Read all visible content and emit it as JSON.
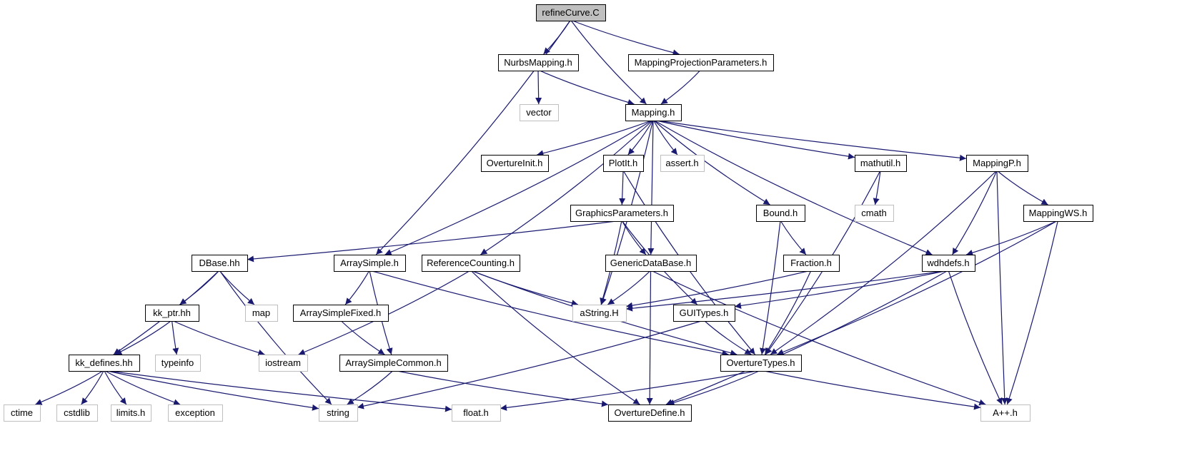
{
  "colors": {
    "edge": "#191970",
    "node_border": "#000000",
    "external_border": "#bfbfbf",
    "root_fill": "#bfbfbf",
    "node_fill": "#ffffff",
    "background": "#ffffff"
  },
  "nodes": [
    {
      "id": "refineCurve",
      "label": "refineCurve.C",
      "kind": "root"
    },
    {
      "id": "NurbsMapping",
      "label": "NurbsMapping.h",
      "kind": "local"
    },
    {
      "id": "MappingProjectionParameters",
      "label": "MappingProjectionParameters.h",
      "kind": "local"
    },
    {
      "id": "vector",
      "label": "vector",
      "kind": "external"
    },
    {
      "id": "Mapping",
      "label": "Mapping.h",
      "kind": "local"
    },
    {
      "id": "OvertureInit",
      "label": "OvertureInit.h",
      "kind": "local"
    },
    {
      "id": "PlotIt",
      "label": "PlotIt.h",
      "kind": "local"
    },
    {
      "id": "assert",
      "label": "assert.h",
      "kind": "external"
    },
    {
      "id": "mathutil",
      "label": "mathutil.h",
      "kind": "local"
    },
    {
      "id": "MappingP",
      "label": "MappingP.h",
      "kind": "local"
    },
    {
      "id": "cmath",
      "label": "cmath",
      "kind": "external"
    },
    {
      "id": "GraphicsParameters",
      "label": "GraphicsParameters.h",
      "kind": "local"
    },
    {
      "id": "Bound",
      "label": "Bound.h",
      "kind": "local"
    },
    {
      "id": "MappingWS",
      "label": "MappingWS.h",
      "kind": "local"
    },
    {
      "id": "DBase",
      "label": "DBase.hh",
      "kind": "local"
    },
    {
      "id": "ArraySimple",
      "label": "ArraySimple.h",
      "kind": "local"
    },
    {
      "id": "ReferenceCounting",
      "label": "ReferenceCounting.h",
      "kind": "local"
    },
    {
      "id": "GenericDataBase",
      "label": "GenericDataBase.h",
      "kind": "local"
    },
    {
      "id": "Fraction",
      "label": "Fraction.h",
      "kind": "local"
    },
    {
      "id": "wdhdefs",
      "label": "wdhdefs.h",
      "kind": "local"
    },
    {
      "id": "kk_ptr",
      "label": "kk_ptr.hh",
      "kind": "local"
    },
    {
      "id": "map",
      "label": "map",
      "kind": "external"
    },
    {
      "id": "ArraySimpleFixed",
      "label": "ArraySimpleFixed.h",
      "kind": "local"
    },
    {
      "id": "aString",
      "label": "aString.H",
      "kind": "external"
    },
    {
      "id": "GUITypes",
      "label": "GUITypes.h",
      "kind": "local"
    },
    {
      "id": "kk_defines",
      "label": "kk_defines.hh",
      "kind": "local"
    },
    {
      "id": "typeinfo",
      "label": "typeinfo",
      "kind": "external"
    },
    {
      "id": "iostream",
      "label": "iostream",
      "kind": "external"
    },
    {
      "id": "ArraySimpleCommon",
      "label": "ArraySimpleCommon.h",
      "kind": "local"
    },
    {
      "id": "OvertureTypes",
      "label": "OvertureTypes.h",
      "kind": "local"
    },
    {
      "id": "ctime",
      "label": "ctime",
      "kind": "external"
    },
    {
      "id": "cstdlib",
      "label": "cstdlib",
      "kind": "external"
    },
    {
      "id": "limits",
      "label": "limits.h",
      "kind": "external"
    },
    {
      "id": "exception",
      "label": "exception",
      "kind": "external"
    },
    {
      "id": "string",
      "label": "string",
      "kind": "external"
    },
    {
      "id": "float",
      "label": "float.h",
      "kind": "external"
    },
    {
      "id": "OvertureDefine",
      "label": "OvertureDefine.h",
      "kind": "local"
    },
    {
      "id": "Aplusplus",
      "label": "A++.h",
      "kind": "external"
    }
  ],
  "edges": [
    [
      "refineCurve",
      "NurbsMapping"
    ],
    [
      "refineCurve",
      "MappingProjectionParameters"
    ],
    [
      "refineCurve",
      "Mapping"
    ],
    [
      "refineCurve",
      "ArraySimple"
    ],
    [
      "NurbsMapping",
      "vector"
    ],
    [
      "NurbsMapping",
      "Mapping"
    ],
    [
      "MappingProjectionParameters",
      "Mapping"
    ],
    [
      "Mapping",
      "OvertureInit"
    ],
    [
      "Mapping",
      "PlotIt"
    ],
    [
      "Mapping",
      "assert"
    ],
    [
      "Mapping",
      "mathutil"
    ],
    [
      "Mapping",
      "MappingP"
    ],
    [
      "Mapping",
      "ArraySimple"
    ],
    [
      "Mapping",
      "ReferenceCounting"
    ],
    [
      "Mapping",
      "aString"
    ],
    [
      "Mapping",
      "GenericDataBase"
    ],
    [
      "Mapping",
      "Bound"
    ],
    [
      "Mapping",
      "wdhdefs"
    ],
    [
      "PlotIt",
      "GraphicsParameters"
    ],
    [
      "PlotIt",
      "OvertureTypes"
    ],
    [
      "mathutil",
      "cmath"
    ],
    [
      "mathutil",
      "OvertureTypes"
    ],
    [
      "MappingP",
      "MappingWS"
    ],
    [
      "MappingP",
      "wdhdefs"
    ],
    [
      "MappingP",
      "OvertureTypes"
    ],
    [
      "MappingP",
      "Aplusplus"
    ],
    [
      "GraphicsParameters",
      "DBase"
    ],
    [
      "GraphicsParameters",
      "aString"
    ],
    [
      "GraphicsParameters",
      "GenericDataBase"
    ],
    [
      "GraphicsParameters",
      "GUITypes"
    ],
    [
      "Bound",
      "Fraction"
    ],
    [
      "Bound",
      "OvertureTypes"
    ],
    [
      "MappingWS",
      "wdhdefs"
    ],
    [
      "MappingWS",
      "OvertureTypes"
    ],
    [
      "MappingWS",
      "Aplusplus"
    ],
    [
      "DBase",
      "kk_ptr"
    ],
    [
      "DBase",
      "map"
    ],
    [
      "DBase",
      "kk_defines"
    ],
    [
      "DBase",
      "string"
    ],
    [
      "ArraySimple",
      "ArraySimpleFixed"
    ],
    [
      "ArraySimple",
      "ArraySimpleCommon"
    ],
    [
      "ArraySimple",
      "OvertureTypes"
    ],
    [
      "ReferenceCounting",
      "aString"
    ],
    [
      "ReferenceCounting",
      "iostream"
    ],
    [
      "ReferenceCounting",
      "OvertureTypes"
    ],
    [
      "ReferenceCounting",
      "OvertureDefine"
    ],
    [
      "GenericDataBase",
      "aString"
    ],
    [
      "GenericDataBase",
      "OvertureDefine"
    ],
    [
      "GenericDataBase",
      "Aplusplus"
    ],
    [
      "Fraction",
      "aString"
    ],
    [
      "Fraction",
      "OvertureTypes"
    ],
    [
      "wdhdefs",
      "aString"
    ],
    [
      "wdhdefs",
      "GUITypes"
    ],
    [
      "wdhdefs",
      "OvertureDefine"
    ],
    [
      "wdhdefs",
      "Aplusplus"
    ],
    [
      "kk_ptr",
      "kk_defines"
    ],
    [
      "kk_ptr",
      "typeinfo"
    ],
    [
      "kk_ptr",
      "iostream"
    ],
    [
      "ArraySimpleFixed",
      "ArraySimpleCommon"
    ],
    [
      "GUITypes",
      "OvertureTypes"
    ],
    [
      "GUITypes",
      "string"
    ],
    [
      "kk_defines",
      "ctime"
    ],
    [
      "kk_defines",
      "cstdlib"
    ],
    [
      "kk_defines",
      "limits"
    ],
    [
      "kk_defines",
      "exception"
    ],
    [
      "kk_defines",
      "string"
    ],
    [
      "kk_defines",
      "float"
    ],
    [
      "ArraySimpleCommon",
      "string"
    ],
    [
      "ArraySimpleCommon",
      "OvertureDefine"
    ],
    [
      "OvertureTypes",
      "float"
    ],
    [
      "OvertureTypes",
      "OvertureDefine"
    ],
    [
      "OvertureTypes",
      "Aplusplus"
    ]
  ]
}
